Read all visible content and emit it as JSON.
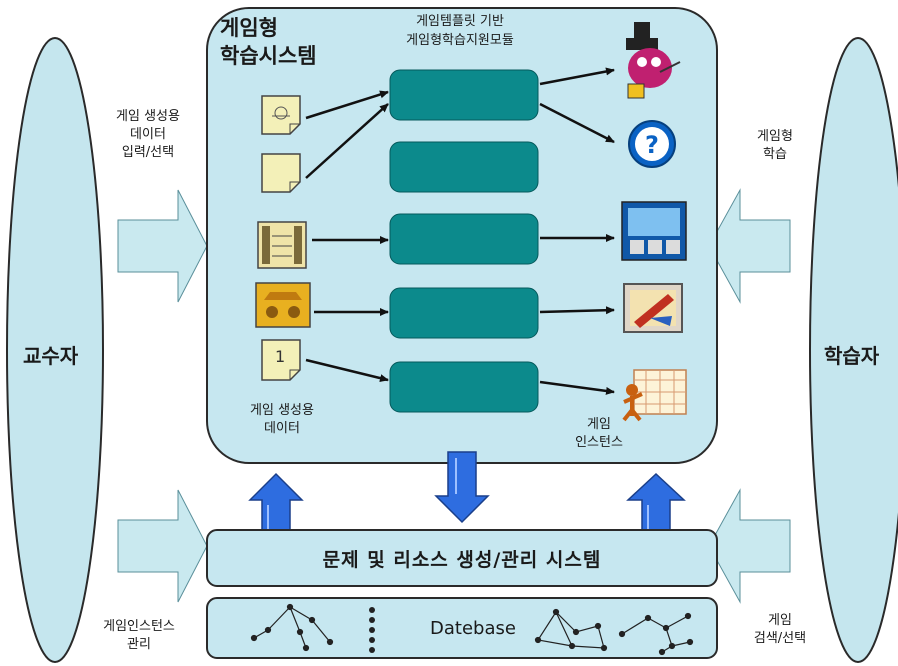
{
  "left_actor": "교수자",
  "right_actor": "학습자",
  "main_box_title": [
    "게임형",
    "학습시스템"
  ],
  "platform_title": [
    "게임템플릿 기반",
    "게임형학습지원모듈"
  ],
  "left_inputs_label": [
    "게임 생성용",
    "데이터",
    "입력/선택"
  ],
  "right_inputs_label": [
    "게임형",
    "학습"
  ],
  "left_bottom_label": [
    "게임인스턴스",
    "관리"
  ],
  "right_bottom_label": [
    "게임",
    "검색/선택"
  ],
  "data_caption": [
    "게임 생성용",
    "데이터"
  ],
  "instance_caption": [
    "게임",
    "인스턴스"
  ],
  "system_label": "문제 및 리소스 생성/관리 시스템",
  "database_label": "Datebase",
  "icons": {
    "data_items": [
      "map-doc-icon",
      "blank-doc-icon",
      "list-doc-icon",
      "machine-photo-icon",
      "number-doc-icon"
    ],
    "game_instances": [
      "magician-cartoon-icon",
      "question-mark-icon",
      "game-screen-icon",
      "pencil-puzzle-icon",
      "chart-presenter-icon"
    ]
  },
  "colors": {
    "ellipse_fill": "#c5e6ee",
    "main_box_fill": "#c6e7f0",
    "module_fill": "#0c8a8c",
    "arrow_fill": "#c9e9ef",
    "big_arrow_blue": "#2e6de0"
  }
}
